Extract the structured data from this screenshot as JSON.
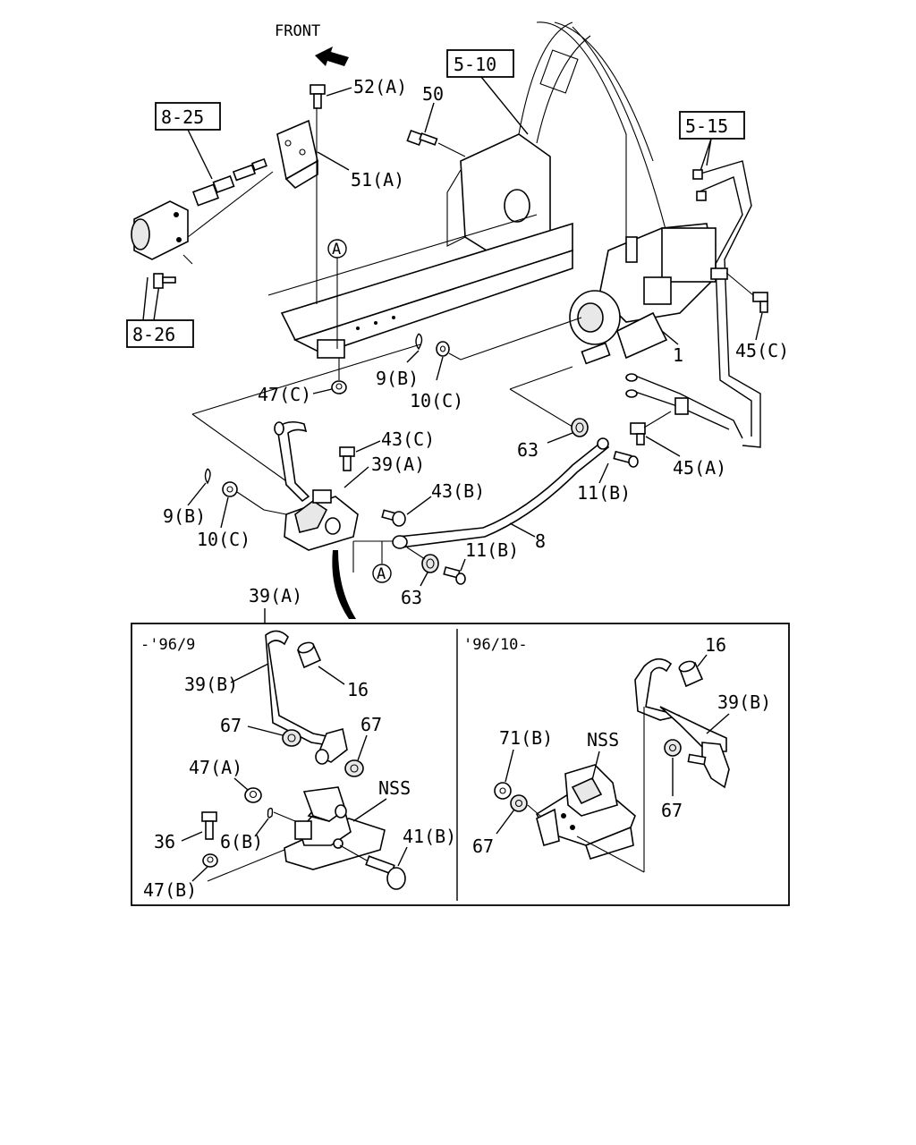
{
  "orientation": {
    "label": "FRONT"
  },
  "references": [
    "5-10",
    "8-25",
    "8-26",
    "5-15"
  ],
  "callouts": {
    "c52A": "52(A)",
    "c50": "50",
    "c51A": "51(A)",
    "cA1": "A",
    "c1": "1",
    "c45C": "45(C)",
    "c9B_top": "9(B)",
    "c10C_top": "10(C)",
    "c47C": "47(C)",
    "c43C": "43(C)",
    "c39A": "39(A)",
    "c63_top": "63",
    "c45A": "45(A)",
    "c43B": "43(B)",
    "c11B_right": "11(B)",
    "c9B_left": "9(B)",
    "c10C_left": "10(C)",
    "c8": "8",
    "c11B_mid": "11(B)",
    "cA2": "A",
    "c63_bot": "63",
    "c39A_inset": "39(A)"
  },
  "inset": {
    "left_panel": {
      "range": "-'96/9",
      "callouts": {
        "c39B": "39(B)",
        "c16": "16",
        "c67a": "67",
        "c67b": "67",
        "c47A": "47(A)",
        "cNSS": "NSS",
        "c36": "36",
        "c6B": "6(B)",
        "c41B": "41(B)",
        "c47B": "47(B)"
      }
    },
    "right_panel": {
      "range": "'96/10-",
      "callouts": {
        "c16": "16",
        "c39B": "39(B)",
        "c71B": "71(B)",
        "cNSS": "NSS",
        "c67a": "67",
        "c67b": "67"
      }
    }
  }
}
